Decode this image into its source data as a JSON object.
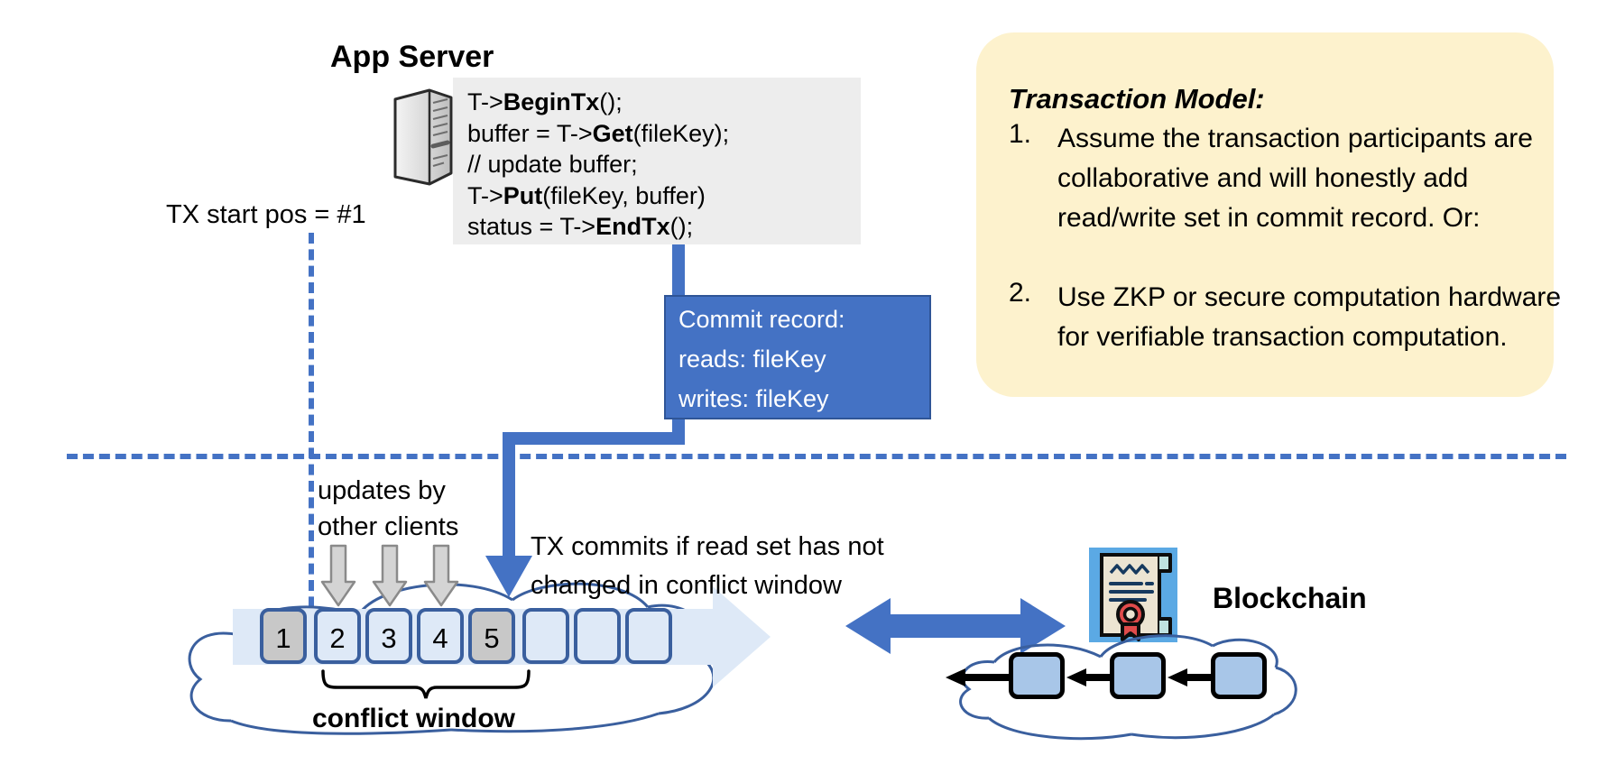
{
  "app_server": {
    "title": "App Server",
    "icon": "server-tower-icon",
    "code_lines": [
      {
        "pre": "T->",
        "bold": "BeginTx",
        "post": "();"
      },
      {
        "pre": "buffer = T->",
        "bold": "Get",
        "post": "(fileKey);"
      },
      {
        "pre": "// update buffer;",
        "bold": "",
        "post": ""
      },
      {
        "pre": "T->",
        "bold": "Put",
        "post": "(fileKey, buffer)"
      },
      {
        "pre": "status = T->",
        "bold": "EndTx",
        "post": "();"
      }
    ]
  },
  "tx_start": {
    "label": "TX start pos = #1"
  },
  "commit_record": {
    "lines": [
      "Commit record:",
      "reads: fileKey",
      "writes: fileKey"
    ],
    "color": "#4472c4"
  },
  "transaction_model": {
    "title": "Transaction Model:",
    "bg_color": "#fdf2cd",
    "items": [
      {
        "num": "1.",
        "text": "Assume the transaction participants are collaborative and will honestly add read/write set in commit record.  Or:"
      },
      {
        "num": "2.",
        "text": "Use ZKP or secure computation hardware for verifiable transaction computation."
      }
    ]
  },
  "ledger": {
    "updates_label": [
      "updates by",
      "other clients"
    ],
    "commits_label": [
      "TX commits if read set has not",
      "changed in conflict window"
    ],
    "conflict_window_label": "conflict window",
    "cells": [
      {
        "value": "1",
        "filled": true
      },
      {
        "value": "2",
        "filled": false
      },
      {
        "value": "3",
        "filled": false
      },
      {
        "value": "4",
        "filled": false
      },
      {
        "value": "5",
        "filled": true
      },
      {
        "value": "",
        "filled": false
      },
      {
        "value": "",
        "filled": false
      },
      {
        "value": "",
        "filled": false
      }
    ],
    "update_arrow_count": 3,
    "cell_fill_color": "#dee9f7",
    "cell_border_color": "#3a5f9e",
    "filled_color": "#c8c8c8"
  },
  "blockchain": {
    "label": "Blockchain",
    "icon": "certificate-icon",
    "block_count": 3,
    "block_color": "#a8c6e8"
  },
  "colors": {
    "accent_blue": "#4472c4",
    "dash_blue": "#4472c4",
    "cloud_stroke": "#3a5f9e",
    "code_bg": "#ededed"
  }
}
